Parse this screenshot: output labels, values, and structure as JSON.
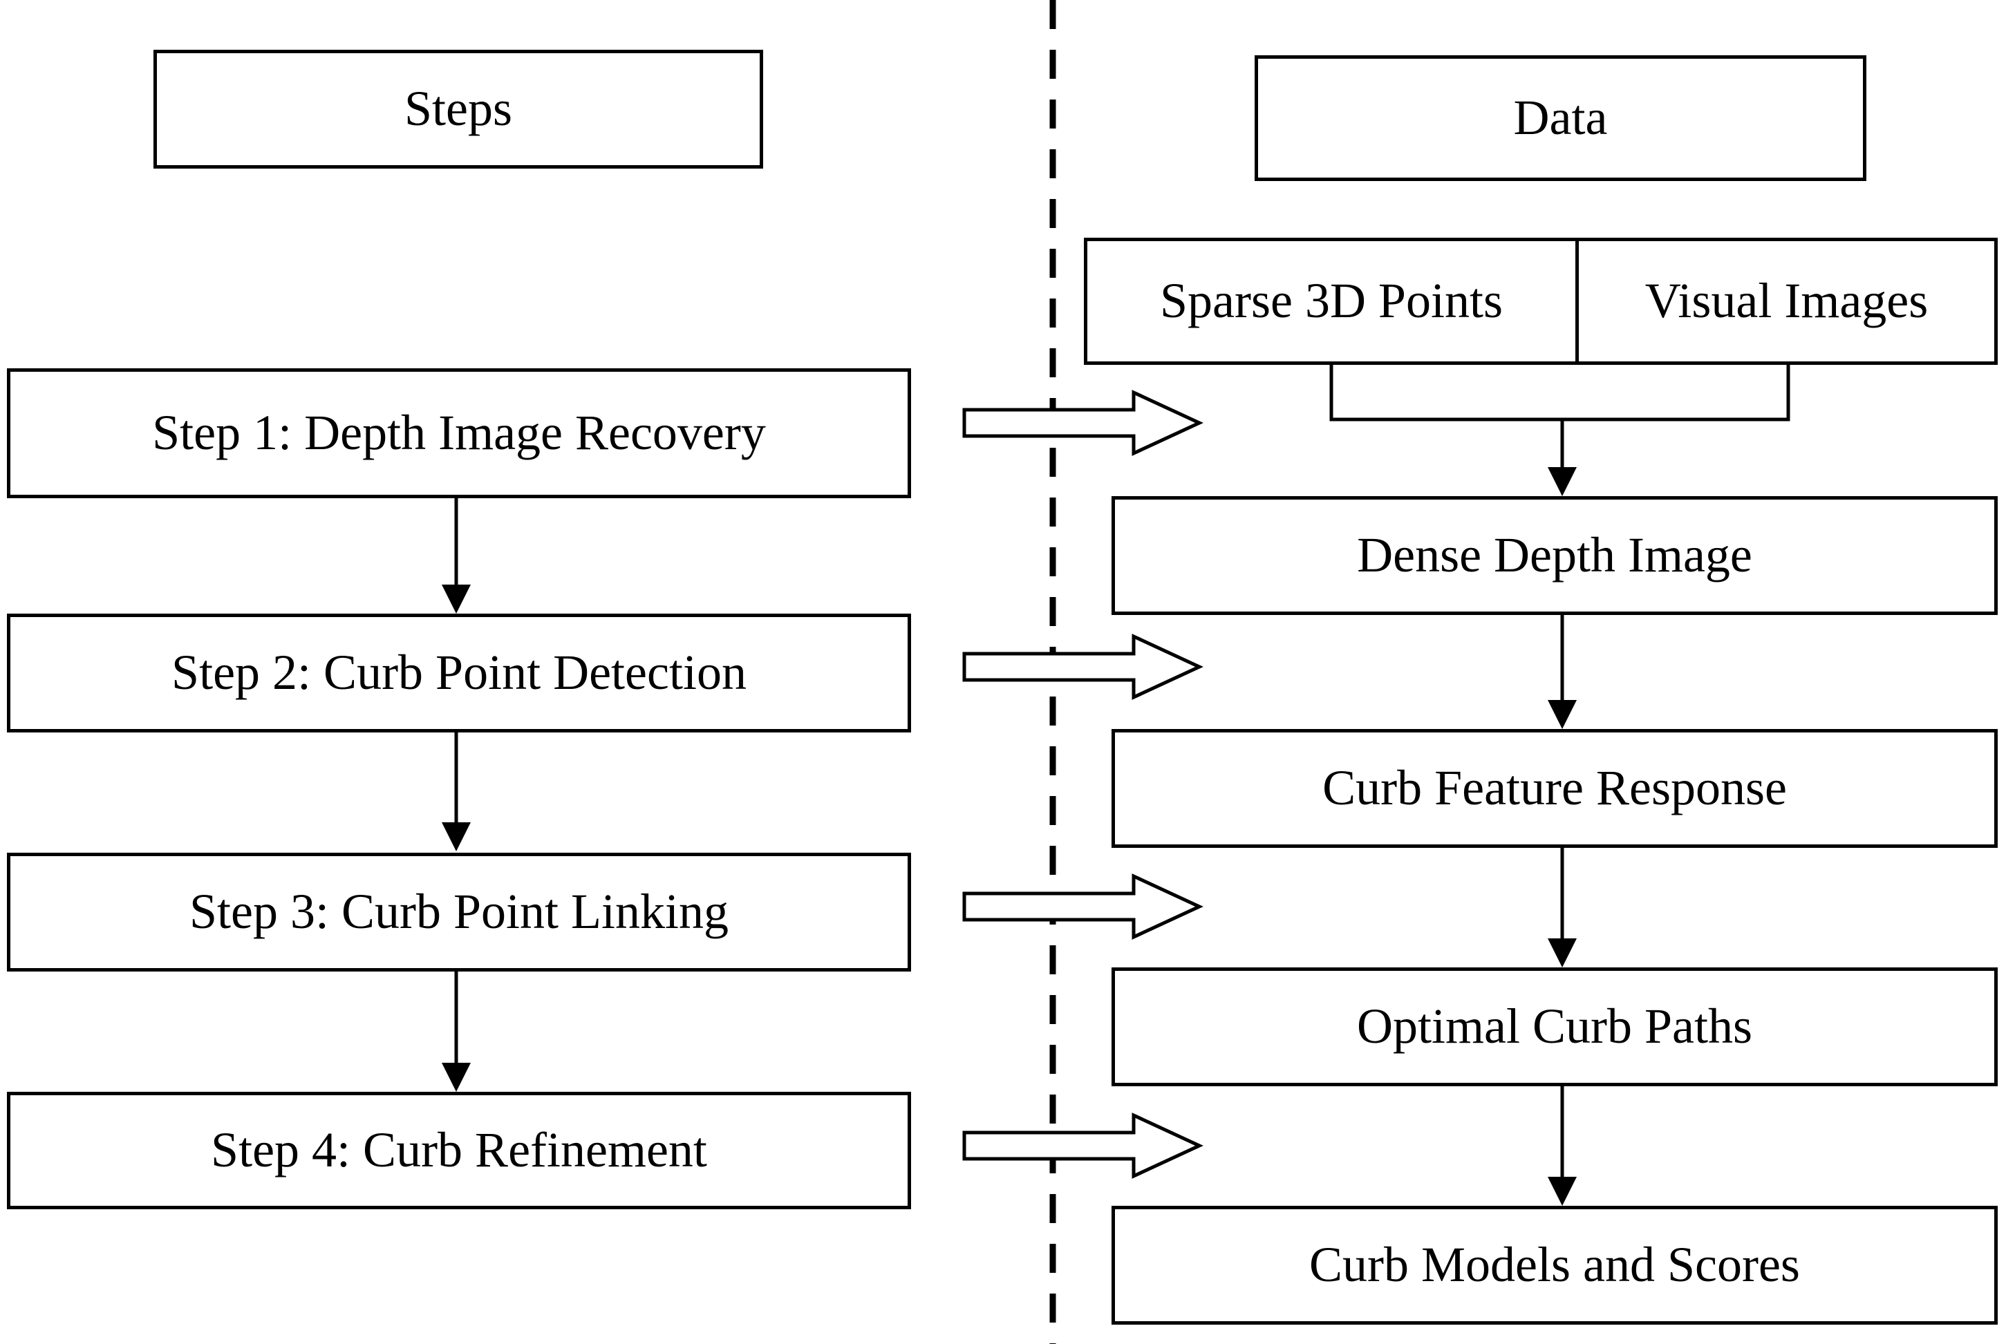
{
  "diagram": {
    "columns": {
      "left_header": "Steps",
      "right_header": "Data"
    },
    "steps": [
      {
        "label": "Step 1: Depth Image Recovery"
      },
      {
        "label": "Step 2: Curb Point Detection"
      },
      {
        "label": "Step 3: Curb Point Linking"
      },
      {
        "label": "Step 4: Curb Refinement"
      }
    ],
    "inputs": [
      {
        "label": "Sparse 3D Points"
      },
      {
        "label": "Visual Images"
      }
    ],
    "data_nodes": [
      {
        "label": "Dense Depth Image"
      },
      {
        "label": "Curb Feature Response"
      },
      {
        "label": "Optimal Curb Paths"
      },
      {
        "label": "Curb Models and Scores"
      }
    ],
    "colors": {
      "line": "#000000",
      "box_fill": "#ffffff",
      "text": "#000000",
      "background": "#ffffff"
    }
  }
}
